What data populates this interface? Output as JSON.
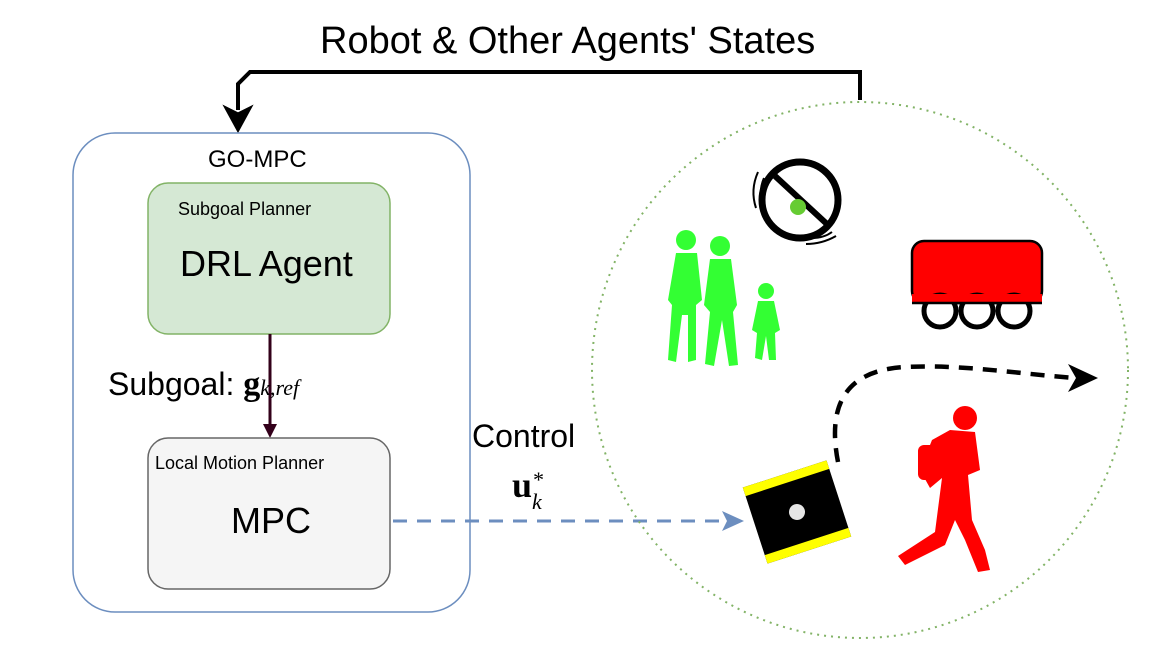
{
  "title": "Robot & Other Agents' States",
  "framework": {
    "name": "GO-MPC",
    "subgoal_planner": {
      "title": "Subgoal Planner",
      "method": "DRL Agent"
    },
    "subgoal_edge": {
      "label": "Subgoal:",
      "symbol": "g",
      "subscript": "k,ref"
    },
    "local_motion_planner": {
      "title": "Local Motion Planner",
      "method": "MPC"
    }
  },
  "control_edge": {
    "label": "Control",
    "symbol": "u",
    "subscript": "k",
    "superscript": "*"
  },
  "colors": {
    "framework_border": "#6c8ebf",
    "subgoal_fill": "#d5e8d4",
    "subgoal_border": "#82b366",
    "planner_fill": "#f5f5f5",
    "planner_border": "#666666",
    "subgoal_arrow": "#33001a",
    "control_arrow": "#6c8ebf",
    "environment_border": "#82b366",
    "pedestrian_group": "#33ff33",
    "pedestrian_single": "#ff0000",
    "robot_body": "#000000",
    "robot_stripes": "#ffff00",
    "cart": "#ff0000"
  },
  "environment_icons": [
    "pedestrian-group-icon",
    "wheelchair-icon",
    "cart-robot-icon",
    "pedestrian-icon",
    "mobile-robot-icon",
    "trajectory-arrow-icon"
  ]
}
